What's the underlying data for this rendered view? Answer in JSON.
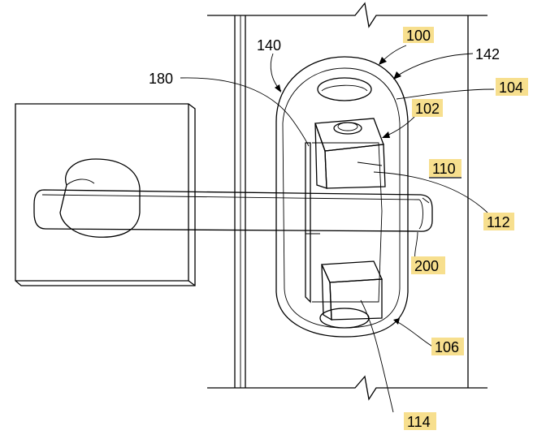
{
  "figure": {
    "labels": {
      "l100": "100",
      "l140": "140",
      "l142": "142",
      "l180": "180",
      "l104": "104",
      "l102": "102",
      "l110": "110",
      "l112": "112",
      "l200": "200",
      "l106": "106",
      "l114": "114"
    },
    "highlight_color": "#f7df8e"
  }
}
